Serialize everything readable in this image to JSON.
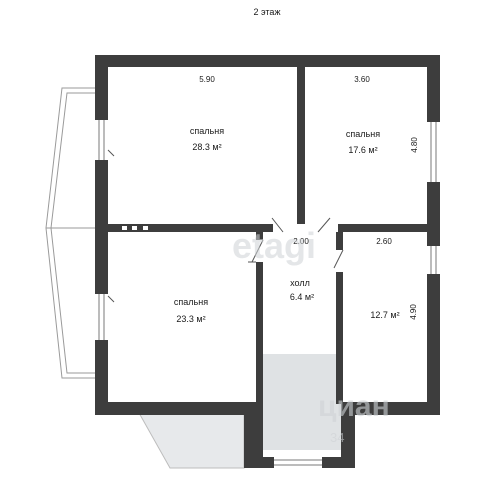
{
  "floor_title": "2 этаж",
  "rooms": [
    {
      "name": "спальня",
      "area": "28.3 м²"
    },
    {
      "name": "спальня",
      "area": "17.6 м²"
    },
    {
      "name": "спальня",
      "area": "23.3 м²"
    },
    {
      "name": "холл",
      "area": "6.4 м²"
    },
    {
      "name": "",
      "area": "12.7 м²"
    }
  ],
  "dimensions": {
    "bedroom_top_left_width": "5.90",
    "bedroom_top_right_width": "3.60",
    "bedroom_top_right_height": "4.80",
    "hall_width": "2.00",
    "room_bottom_right_width": "2.60",
    "room_bottom_right_height": "4.90"
  },
  "watermarks": {
    "etagi": "etagi",
    "cian": "циан",
    "cian_sub": "34"
  },
  "colors": {
    "wall": "#3d3d3d",
    "stair": "#dfe2e4",
    "background": "#ffffff"
  }
}
